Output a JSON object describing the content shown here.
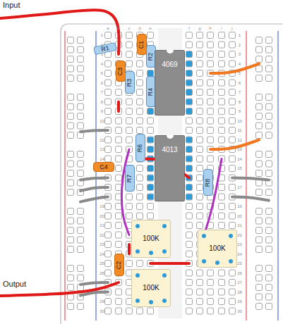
{
  "diagram": {
    "nodes": [
      {
        "text": [
          "R1"
        ]
      },
      {
        "text": [
          "C1"
        ]
      },
      {
        "text": [
          "C3"
        ]
      },
      {
        "text": [
          "R2"
        ]
      },
      {
        "text": [
          "R3"
        ]
      },
      {
        "text": [
          "R4"
        ]
      },
      {
        "text": [
          "4069"
        ]
      },
      {
        "text": [
          "R6"
        ]
      },
      {
        "text": [
          "C4"
        ]
      },
      {
        "text": [
          "R7"
        ]
      },
      {
        "text": [
          "4013"
        ]
      },
      {
        "text": [
          "R8"
        ]
      },
      {
        "text": [
          "100K"
        ]
      },
      {
        "text": [
          "100K"
        ]
      },
      {
        "text": [
          "C2"
        ]
      },
      {
        "text": [
          "100K"
        ]
      }
    ],
    "labels": [
      "Input",
      "Output",
      "1",
      "2",
      "3",
      "4",
      "5",
      "6",
      "7",
      "8",
      "9",
      "10",
      "11",
      "12",
      "13",
      "14",
      "15",
      "16",
      "17",
      "18",
      "19",
      "20",
      "21",
      "22",
      "23",
      "24",
      "25",
      "26",
      "27",
      "28",
      "29",
      "30",
      "1",
      "2",
      "3",
      "4",
      "5",
      "6",
      "7",
      "8",
      "9",
      "10",
      "11",
      "12",
      "13",
      "14",
      "15",
      "16",
      "17",
      "18",
      "19",
      "20",
      "21",
      "22",
      "23",
      "24",
      "25",
      "26",
      "27",
      "28",
      "29",
      "30",
      "a",
      "b",
      "c",
      "d",
      "e",
      "f",
      "g",
      "h",
      "i",
      "j"
    ]
  }
}
